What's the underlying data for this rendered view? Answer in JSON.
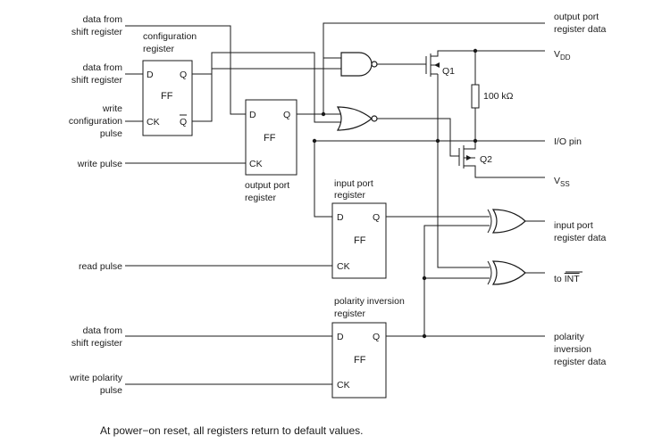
{
  "inputs": {
    "data_shift_1": [
      "data from",
      "shift register"
    ],
    "data_shift_2": [
      "data from",
      "shift register"
    ],
    "write_config": [
      "write",
      "configuration",
      "pulse"
    ],
    "write_pulse": [
      "write pulse"
    ],
    "read_pulse": [
      "read pulse"
    ],
    "data_shift_3": [
      "data from",
      "shift register"
    ],
    "write_polarity": [
      "write polarity",
      "pulse"
    ]
  },
  "blocks": {
    "config_reg": {
      "title": [
        "configuration",
        "register"
      ],
      "d": "D",
      "q": "Q",
      "ff": "FF",
      "ck": "CK",
      "qbar": "Q"
    },
    "output_reg": {
      "title": [
        "output port",
        "register"
      ],
      "d": "D",
      "q": "Q",
      "ff": "FF",
      "ck": "CK"
    },
    "input_reg": {
      "title": [
        "input port",
        "register"
      ],
      "d": "D",
      "q": "Q",
      "ff": "FF",
      "ck": "CK"
    },
    "polarity_reg": {
      "title": [
        "polarity inversion",
        "register"
      ],
      "d": "D",
      "q": "Q",
      "ff": "FF",
      "ck": "CK"
    }
  },
  "outputs": {
    "output_port_data": [
      "output port",
      "register data"
    ],
    "vdd": {
      "main": "V",
      "sub": "DD"
    },
    "io_pin": "I/O pin",
    "vss": {
      "main": "V",
      "sub": "SS"
    },
    "input_port_data": [
      "input port",
      "register data"
    ],
    "to_int": {
      "prefix": "to ",
      "signal": "INT"
    },
    "polarity_data": [
      "polarity",
      "inversion",
      "register data"
    ]
  },
  "components": {
    "q1": "Q1",
    "q2": "Q2",
    "resistor": "100 kΩ"
  },
  "caption": "At power−on reset, all registers return to default values."
}
